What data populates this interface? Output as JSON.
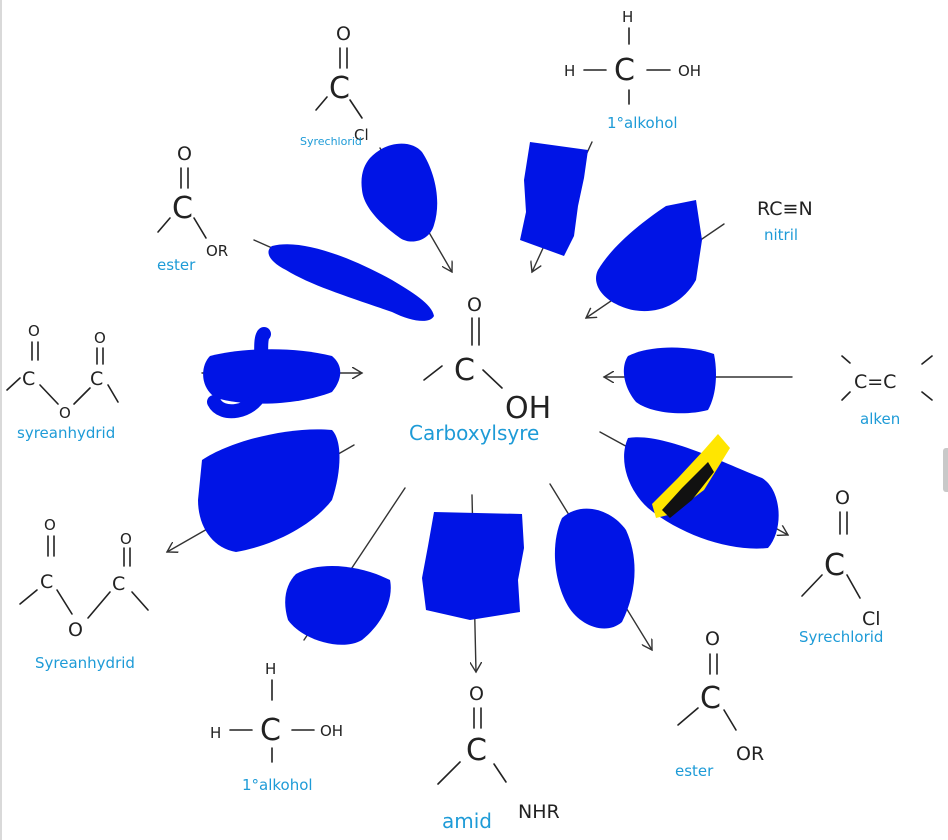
{
  "colors": {
    "label": "#1e9bd7",
    "scribble": "#0014e6",
    "ink": "#222222",
    "highlight": "#ffe600"
  },
  "center": {
    "label": "Carboxylsyre",
    "O": "O",
    "OH": "OH"
  },
  "groups": {
    "acid_chloride_top": {
      "label": "Syrechlorid",
      "O": "O",
      "C": "C",
      "X": "Cl"
    },
    "alcohol_top": {
      "label": "1°alkohol",
      "H": "H",
      "C": "C",
      "OH": "OH"
    },
    "nitrile": {
      "label": "nitril",
      "formula": "RC≡N"
    },
    "ester_left": {
      "label": "ester",
      "O": "O",
      "C": "C",
      "R": "OR"
    },
    "anhydride_left": {
      "label": "syreanhydrid",
      "O": "O",
      "C": "C"
    },
    "alkene": {
      "label": "alken",
      "formula": "C=C"
    },
    "anhydride_bottom": {
      "label": "Syreanhydrid",
      "O": "O",
      "C": "C"
    },
    "acid_chloride_right": {
      "label": "Syrechlorid",
      "O": "O",
      "C": "C",
      "X": "Cl"
    },
    "alcohol_bottom": {
      "label": "1°alkohol",
      "H": "H",
      "C": "C",
      "OH": "OH"
    },
    "amide": {
      "label": "amid",
      "O": "O",
      "C": "C",
      "N": "NHR"
    },
    "ester_right": {
      "label": "ester",
      "O": "O",
      "C": "C",
      "R": "OR"
    }
  }
}
